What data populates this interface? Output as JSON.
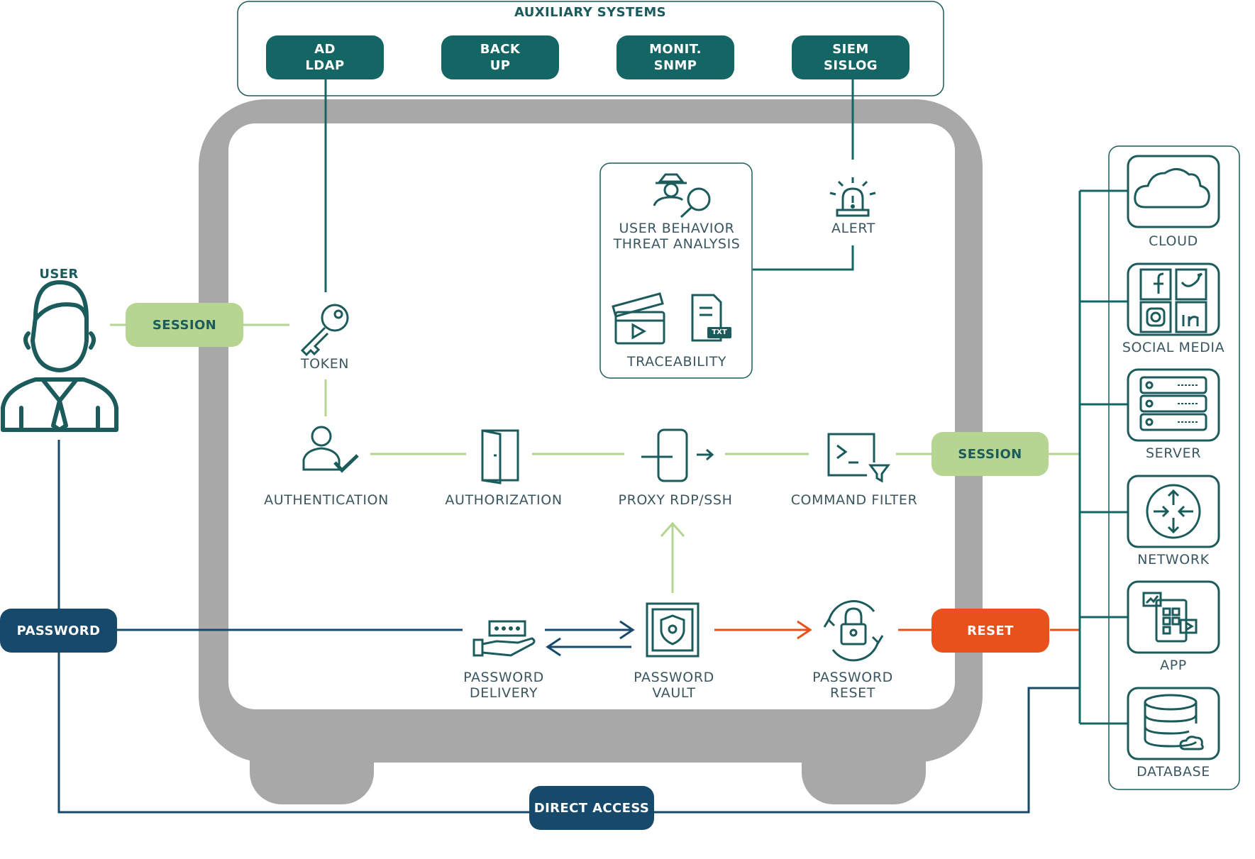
{
  "auxiliary": {
    "title": "AUXILIARY SYSTEMS",
    "systems": [
      {
        "line1": "AD",
        "line2": "LDAP"
      },
      {
        "line1": "BACK",
        "line2": "UP"
      },
      {
        "line1": "MONIT.",
        "line2": "SNMP"
      },
      {
        "line1": "SIEM",
        "line2": "SISLOG"
      }
    ]
  },
  "user": {
    "label": "USER"
  },
  "pills": {
    "session_left": "SESSION",
    "session_right": "SESSION",
    "password": "PASSWORD",
    "reset": "RESET",
    "direct_access": "DIRECT ACCESS"
  },
  "nodes": {
    "token": "TOKEN",
    "authentication": "AUTHENTICATION",
    "authorization": "AUTHORIZATION",
    "proxy": "PROXY RDP/SSH",
    "command_filter": "COMMAND FILTER",
    "alert": "ALERT",
    "uba_line1": "USER BEHAVIOR",
    "uba_line2": "THREAT ANALYSIS",
    "traceability": "TRACEABILITY",
    "txt_badge": "TXT",
    "pw_delivery_line1": "PASSWORD",
    "pw_delivery_line2": "DELIVERY",
    "pw_vault_line1": "PASSWORD",
    "pw_vault_line2": "VAULT",
    "pw_reset_line1": "PASSWORD",
    "pw_reset_line2": "RESET"
  },
  "targets": [
    {
      "label": "CLOUD",
      "icon": "cloud-icon"
    },
    {
      "label": "SOCIAL MEDIA",
      "icon": "social-media-icon"
    },
    {
      "label": "SERVER",
      "icon": "server-icon"
    },
    {
      "label": "NETWORK",
      "icon": "network-icon"
    },
    {
      "label": "APP",
      "icon": "app-icon"
    },
    {
      "label": "DATABASE",
      "icon": "database-icon"
    }
  ],
  "colors": {
    "teal": "#136663",
    "navy": "#17496b",
    "green": "#b5d590",
    "orange": "#e8501c",
    "safe_frame": "#a8a8a8",
    "icon": "#1c5b5c"
  }
}
